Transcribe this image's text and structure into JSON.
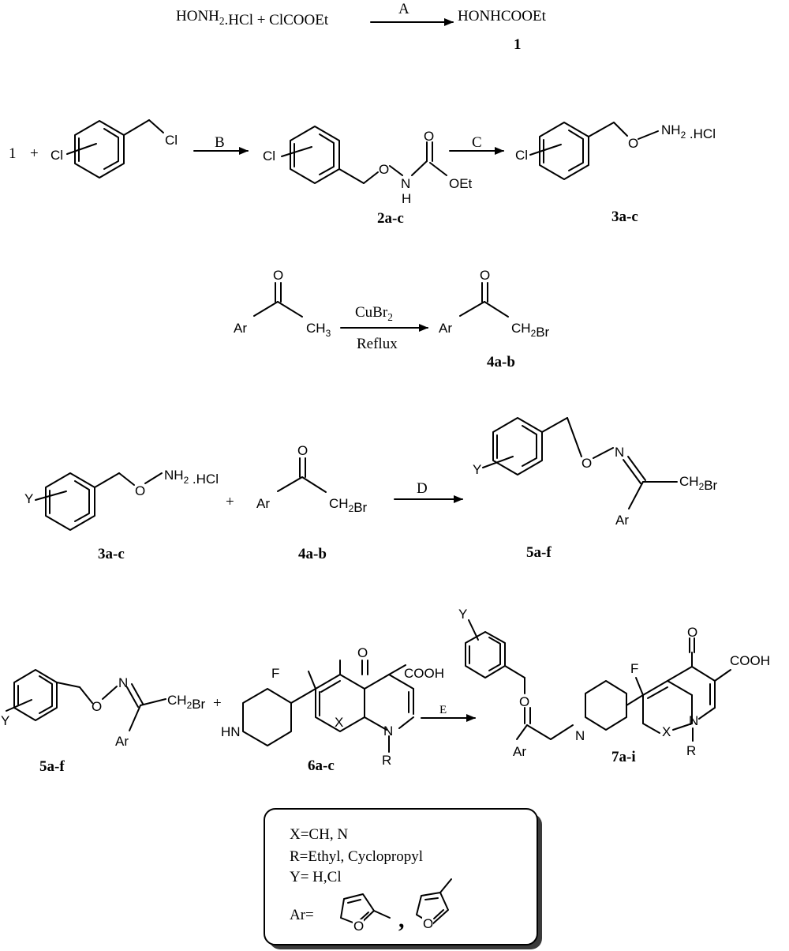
{
  "step1": {
    "reactants": "HONH2.HCl + ClCOOEt",
    "reagent": "A",
    "product": "HONHCOOEt",
    "product_label": "1"
  },
  "step2": {
    "reactant_ref": "1",
    "plus": "+",
    "cl": "Cl",
    "cl_ch2": "Cl",
    "reagent_b": "B",
    "reagent_c": "C",
    "o": "O",
    "n": "N",
    "h": "H",
    "oet": "OEt",
    "nh2_hcl": "NH2 .HCl",
    "label_2": "2a-c",
    "label_3": "3a-c"
  },
  "step3": {
    "ar": "Ar",
    "ch3": "CH3",
    "reagent_top": "CuBr2",
    "reagent_bottom": "Reflux",
    "ch2br": "CH2Br",
    "label_4": "4a-b"
  },
  "step4": {
    "y": "Y",
    "nh2_hcl": "NH2 .HCl",
    "plus": "+",
    "ar": "Ar",
    "ch2br": "CH2Br",
    "reagent": "D",
    "label_3": "3a-c",
    "label_4": "4a-b",
    "label_5": "5a-f"
  },
  "step5": {
    "y": "Y",
    "ar": "Ar",
    "ch2br": "CH2Br",
    "plus": "+",
    "f": "F",
    "cooh": "COOH",
    "hn": "HN",
    "x": "X",
    "r": "R",
    "reagent": "E",
    "label_5": "5a-f",
    "label_6": "6a-c",
    "label_7": "7a-i"
  },
  "legend": {
    "x_def": "X=CH, N",
    "r_def": "R=Ethyl, Cyclopropyl",
    "y_def": "Y= H,Cl",
    "ar_def": "Ar=",
    "comma": ","
  }
}
